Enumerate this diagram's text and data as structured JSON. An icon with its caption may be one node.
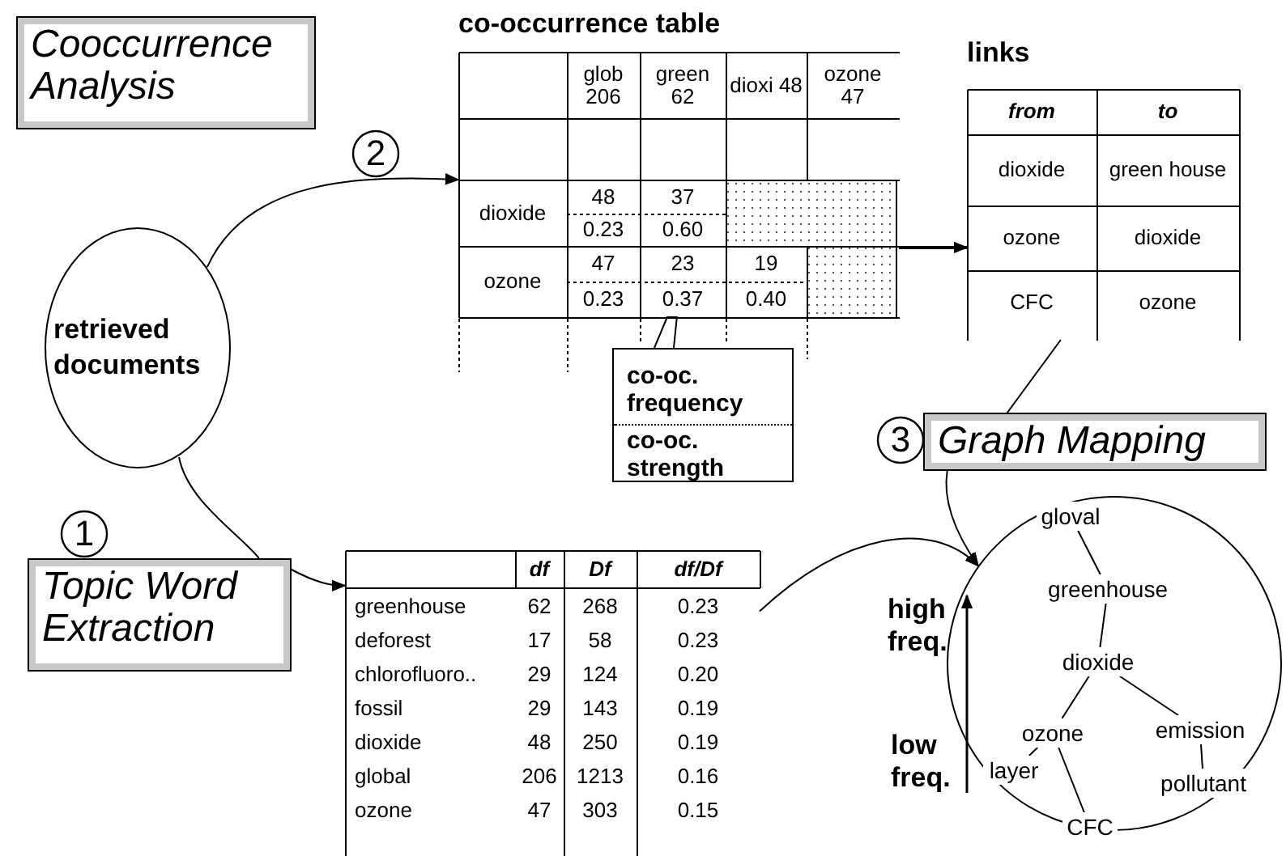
{
  "diagram": {
    "nodes": [
      {
        "text": [
          "Cooccurrence Analysis"
        ]
      },
      {
        "text": [
          "co-occurrence table",
          "glob 206",
          "green 62",
          "dioxi 48",
          "ozone 47",
          "dioxide",
          "48",
          "0.23",
          "37",
          "0.60",
          "ozone",
          "47",
          "0.23",
          "23",
          "0.37",
          "19",
          "0.40"
        ]
      },
      {
        "text": [
          "links",
          "from",
          "to",
          "dioxide",
          "green house",
          "ozone",
          "dioxide",
          "CFC",
          "ozone"
        ]
      },
      {
        "text": [
          "2"
        ]
      },
      {
        "text": [
          "retrieved documents"
        ]
      },
      {
        "text": [
          "co-oc. frequency",
          "co-oc. strength"
        ]
      },
      {
        "text": [
          "1"
        ]
      },
      {
        "text": [
          "3"
        ]
      },
      {
        "text": [
          "Graph Mapping"
        ]
      },
      {
        "text": [
          "Topic Word Extraction"
        ]
      },
      {
        "text": [
          "df",
          "Df",
          "df/Df",
          "greenhouse",
          "62",
          "268",
          "0.23",
          "deforest",
          "17",
          "58",
          "0.23",
          "chlorofluoro..",
          "29",
          "124",
          "0.20",
          "fossil",
          "29",
          "143",
          "0.19",
          "dioxide",
          "48",
          "250",
          "0.19",
          "global",
          "206",
          "1213",
          "0.16",
          "ozone",
          "47",
          "303",
          "0.15"
        ]
      },
      {
        "text": [],
        "shape": "circle"
      },
      {
        "text": [
          "gloval"
        ],
        "in": 11
      },
      {
        "text": [
          "greenhouse"
        ],
        "in": 11
      },
      {
        "text": [
          "dioxide"
        ],
        "in": 11
      },
      {
        "text": [
          "ozone"
        ],
        "in": 11
      },
      {
        "text": [
          "emission"
        ],
        "in": 11
      },
      {
        "text": [
          "layer"
        ],
        "in": 11
      },
      {
        "text": [
          "CFC"
        ],
        "in": 11
      },
      {
        "text": [
          "pollutant"
        ],
        "in": 11
      }
    ],
    "edges": [
      {
        "from": 4,
        "to": 1,
        "arrow": "to"
      },
      {
        "from": 4,
        "to": 9,
        "arrow": "none"
      },
      {
        "from": 9,
        "to": 10,
        "arrow": "to"
      },
      {
        "from": 1,
        "to": 2,
        "arrow": "to"
      },
      {
        "from": 2,
        "to": 8,
        "arrow": "none"
      },
      {
        "from": 8,
        "to": 11,
        "arrow": "to"
      },
      {
        "from": 10,
        "to": 11,
        "arrow": "to"
      },
      {
        "from": 5,
        "to": 1,
        "arrow": "none"
      },
      {
        "from": 12,
        "to": 13,
        "arrow": "none"
      },
      {
        "from": 13,
        "to": 14,
        "arrow": "none"
      },
      {
        "from": 14,
        "to": 15,
        "arrow": "none"
      },
      {
        "from": 14,
        "to": 16,
        "arrow": "none"
      },
      {
        "from": 15,
        "to": 17,
        "arrow": "none"
      },
      {
        "from": 15,
        "to": 18,
        "arrow": "none"
      },
      {
        "from": 16,
        "to": 19,
        "arrow": "none"
      }
    ],
    "labels": [
      "high freq.",
      "low freq."
    ]
  }
}
